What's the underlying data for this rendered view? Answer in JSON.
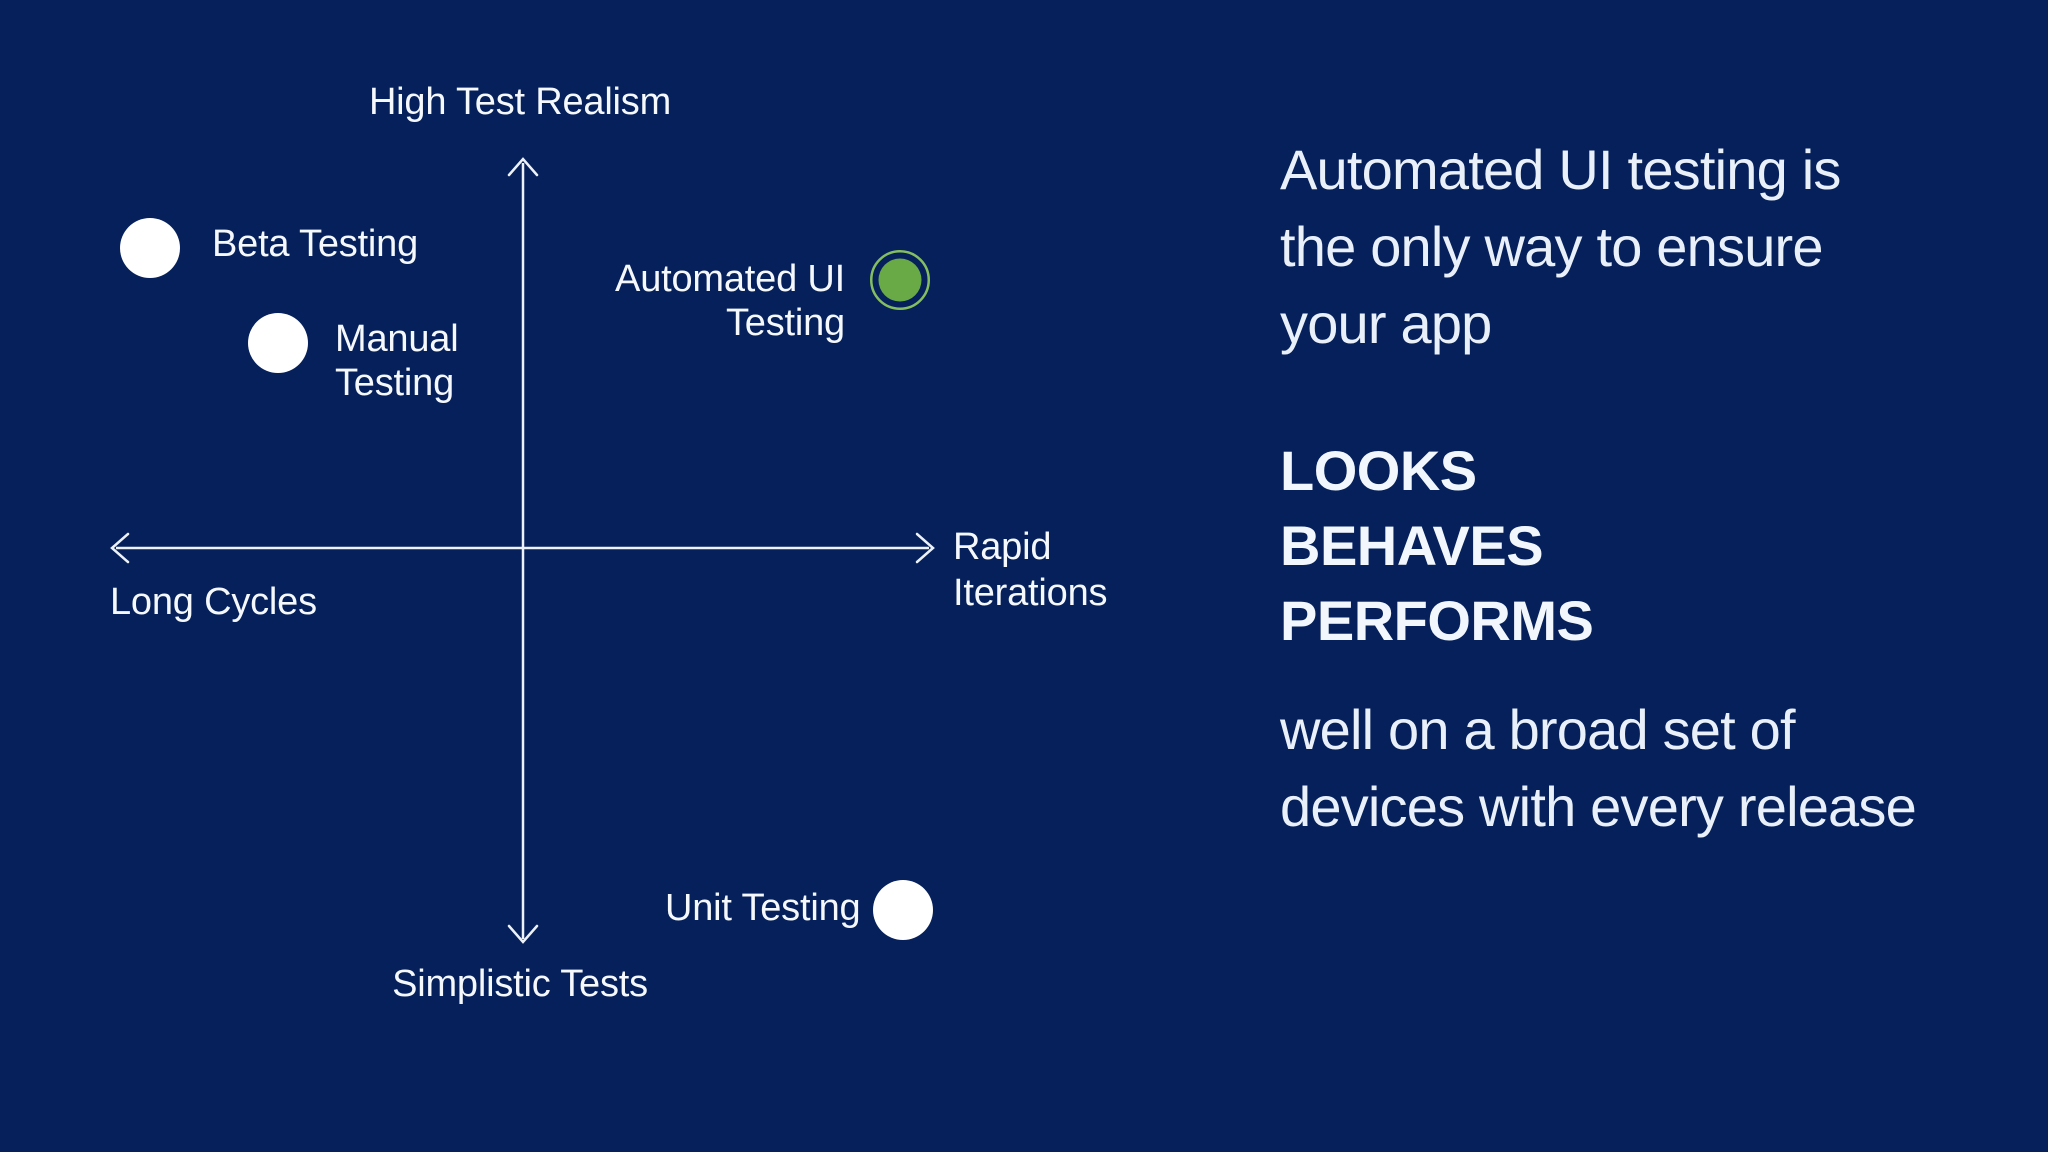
{
  "slide": {
    "colors": {
      "background": "#05205A",
      "label_text": "#F5F8FC",
      "paragraph_text": "#E9F0F9",
      "axis_line": "#EDF2F9",
      "dot_white": "#FFFFFF",
      "dot_green_fill": "#6AAA46",
      "dot_green_ring": "#84BE60"
    }
  },
  "chart": {
    "type": "quadrant-scatter",
    "axis_labels": {
      "top": "High Test Realism",
      "bottom": "Simplistic Tests",
      "left": "Long Cycles",
      "right": "Rapid Iterations"
    },
    "points": [
      {
        "label": "Beta Testing",
        "dot": "white",
        "quadrant": "top-left"
      },
      {
        "label": "Manual Testing",
        "dot": "white",
        "quadrant": "top-left"
      },
      {
        "label": "Automated UI Testing",
        "dot": "green-ringed",
        "quadrant": "top-right"
      },
      {
        "label": "Unit Testing",
        "dot": "white",
        "quadrant": "bottom-right"
      }
    ]
  },
  "right_column": {
    "headline": {
      "lines": [
        "Automated UI testing is",
        "the only way to ensure",
        "your app"
      ]
    },
    "emphasis": {
      "lines": [
        "LOOKS",
        "BEHAVES",
        "PERFORMS"
      ]
    },
    "closing": {
      "lines": [
        "well on a broad set of",
        "devices with every release"
      ]
    }
  }
}
